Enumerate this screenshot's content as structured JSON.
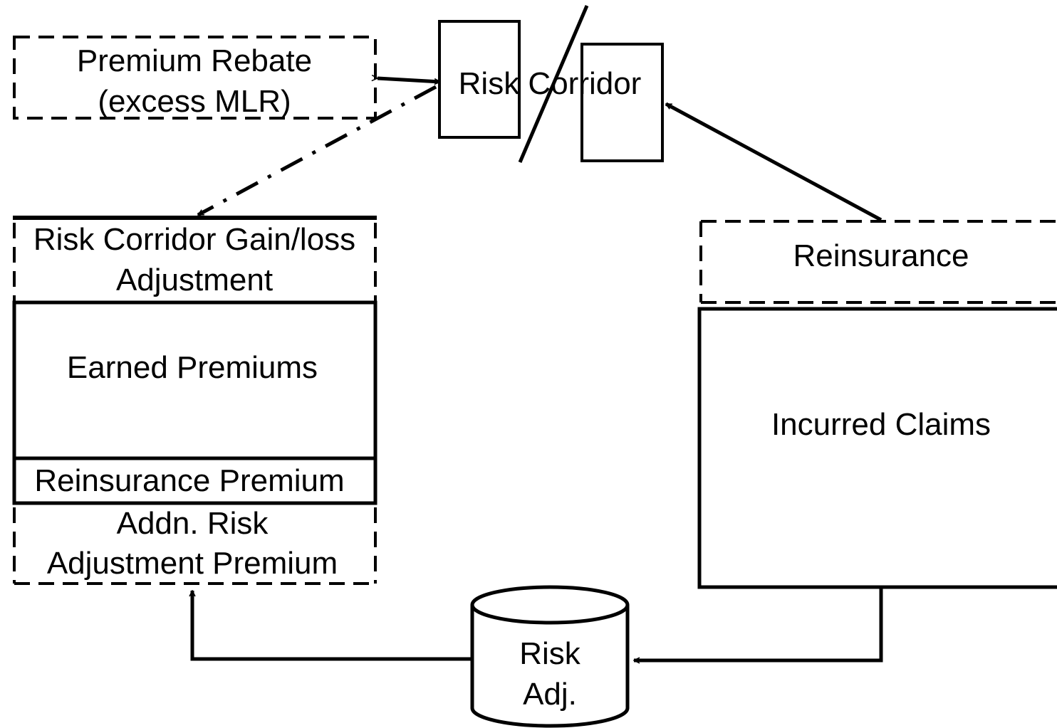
{
  "premium_rebate": {
    "line1": "Premium Rebate",
    "line2": "(excess MLR)"
  },
  "risk_corridor": {
    "label": "Risk Corridor"
  },
  "risk_corridor_gain_loss": {
    "line1": "Risk Corridor Gain/loss",
    "line2": "Adjustment"
  },
  "earned_premiums": {
    "label": "Earned Premiums"
  },
  "reinsurance_premium": {
    "label": "Reinsurance Premium"
  },
  "addn_risk_adjustment": {
    "line1": "Addn. Risk",
    "line2": "Adjustment Premium"
  },
  "reinsurance": {
    "label": "Reinsurance"
  },
  "incurred_claims": {
    "label": "Incurred Claims"
  },
  "risk_adj": {
    "line1": "Risk",
    "line2": "Adj."
  },
  "colors": {
    "stroke": "#000000",
    "background": "#ffffff"
  }
}
